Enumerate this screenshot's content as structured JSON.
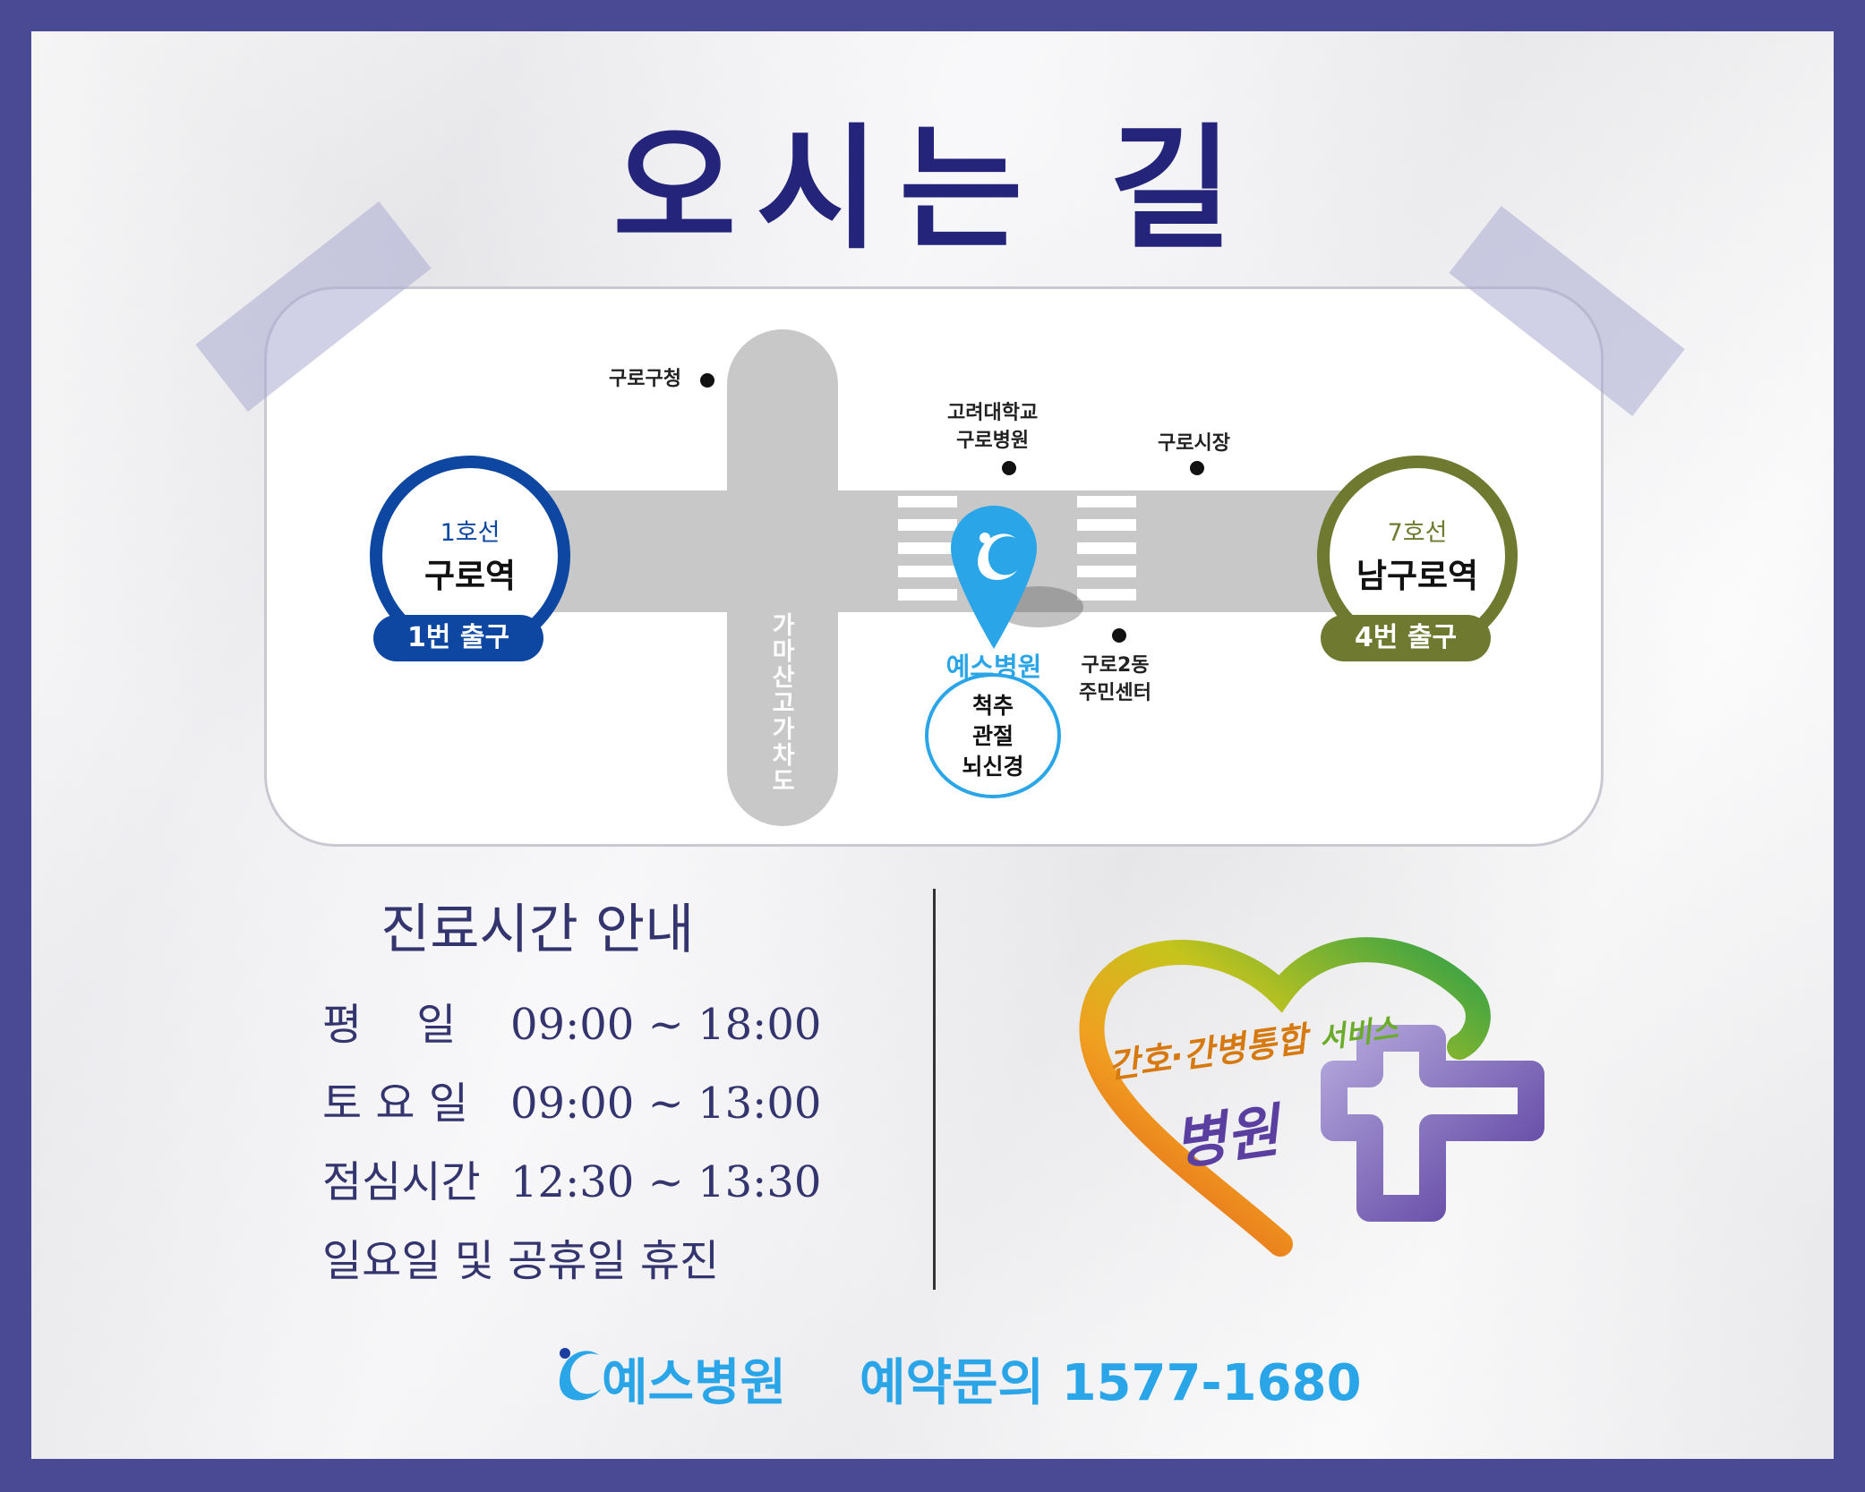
{
  "title": "오시는 길",
  "map": {
    "road_label": "가마산고가차도",
    "landmarks": {
      "guro_office": "구로구청",
      "korea_univ": "고려대학교\n구로병원",
      "market": "구로시장",
      "center": "구로2동\n주민센터"
    },
    "stations": [
      {
        "line": "1호선",
        "name": "구로역",
        "exit": "1번 출구",
        "color": "#0d47a1"
      },
      {
        "line": "7호선",
        "name": "남구로역",
        "exit": "4번 출구",
        "color": "#6f7a30"
      }
    ],
    "hospital": {
      "name": "예스병원",
      "depts": [
        "척추",
        "관절",
        "뇌신경"
      ],
      "color": "#29a5e8"
    }
  },
  "hours": {
    "title": "진료시간 안내",
    "rows": [
      {
        "label": "평    일",
        "time": "09:00 ~ 18:00"
      },
      {
        "label": "토 요 일",
        "time": "09:00 ~ 13:00"
      },
      {
        "label": "점심시간",
        "time": "12:30 ~ 13:30"
      }
    ],
    "closed": "일요일 및 공휴일 휴진"
  },
  "badge": {
    "line1": "간호·간병통합",
    "service": "서비스",
    "line2": "병원"
  },
  "footer": {
    "logo": "예스병원",
    "phone": "예약문의 1577-1680"
  }
}
